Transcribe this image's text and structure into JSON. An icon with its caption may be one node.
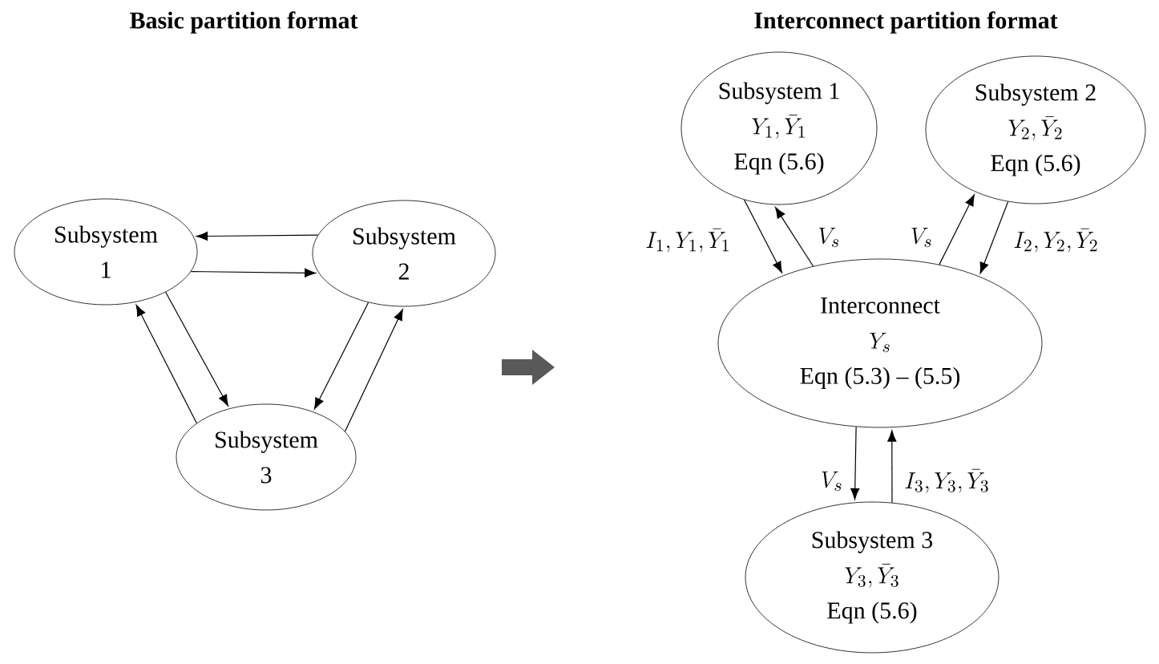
{
  "diagram": {
    "nodes": [
      {
        "text": [
          "Subsystem 1"
        ]
      },
      {
        "text": [
          "Subsystem 2"
        ]
      },
      {
        "text": [
          "Subsystem 3"
        ]
      },
      {
        "text": [
          "Subsystem 1",
          "Y_1, \\bar{Y}_1",
          "Eqn (5.6)"
        ]
      },
      {
        "text": [
          "Subsystem 2",
          "Y_2, \\bar{Y}_2",
          "Eqn (5.6)"
        ]
      },
      {
        "text": [
          "Interconnect",
          "Y_s",
          "Eqn (5.3) – (5.5)"
        ]
      },
      {
        "text": [
          "Subsystem 3",
          "Y_3, \\bar{Y}_3",
          "Eqn (5.6)"
        ]
      }
    ],
    "edges": [
      {
        "from": 1,
        "to": 0,
        "arrow": "to"
      },
      {
        "from": 0,
        "to": 1,
        "arrow": "to"
      },
      {
        "from": 0,
        "to": 2,
        "arrow": "to"
      },
      {
        "from": 2,
        "to": 0,
        "arrow": "to"
      },
      {
        "from": 1,
        "to": 2,
        "arrow": "to"
      },
      {
        "from": 2,
        "to": 1,
        "arrow": "to"
      },
      {
        "from": 3,
        "to": 5,
        "arrow": "to",
        "label": "I_1, Y_1, \\bar{Y}_1"
      },
      {
        "from": 5,
        "to": 3,
        "arrow": "to",
        "label": "V_s"
      },
      {
        "from": 5,
        "to": 4,
        "arrow": "to",
        "label": "V_s"
      },
      {
        "from": 4,
        "to": 5,
        "arrow": "to",
        "label": "I_2, Y_2, \\bar{Y}_2"
      },
      {
        "from": 5,
        "to": 6,
        "arrow": "to",
        "label": "V_s"
      },
      {
        "from": 6,
        "to": 5,
        "arrow": "to",
        "label": "I_3, Y_3, \\bar{Y}_3"
      }
    ],
    "labels": [
      "Basic partition format",
      "Interconnect partition format"
    ]
  }
}
